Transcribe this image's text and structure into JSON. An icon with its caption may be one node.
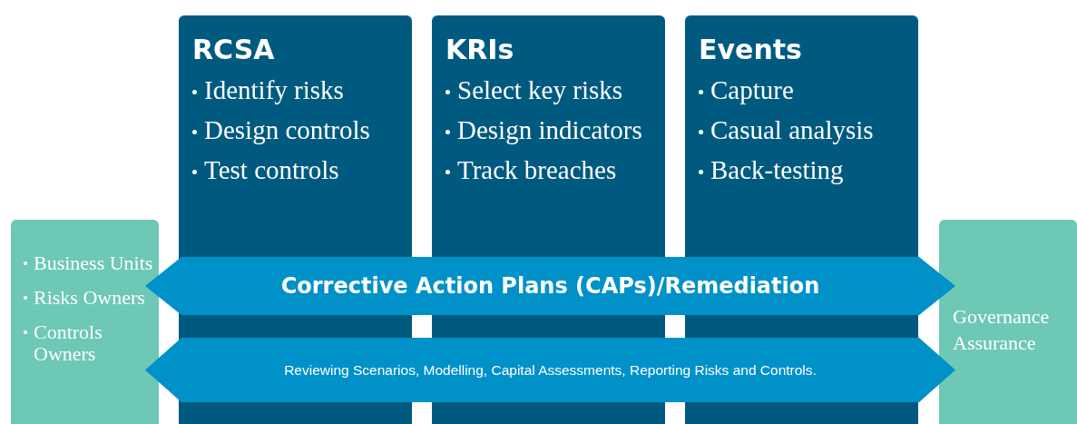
{
  "diagram": {
    "nodes": [
      {
        "text": [
          "RCSA",
          "Identify risks",
          "Design controls",
          "Test controls"
        ]
      },
      {
        "text": [
          "KRIs",
          "Select key risks",
          "Design indicators",
          "Track breaches"
        ]
      },
      {
        "text": [
          "Events",
          "Capture",
          "Casual analysis",
          "Back-testing"
        ]
      },
      {
        "text": [
          "Business Units",
          "Risks Owners",
          "Controls Owners"
        ]
      },
      {
        "text": [
          "Corrective Action Plans (CAPs)/Remediation"
        ]
      },
      {
        "text": [
          "Reviewing Scenarios, Modelling, Capital Assessments, Reporting Risks and Controls."
        ]
      },
      {
        "text": [
          "Governance Assurance"
        ]
      }
    ]
  }
}
